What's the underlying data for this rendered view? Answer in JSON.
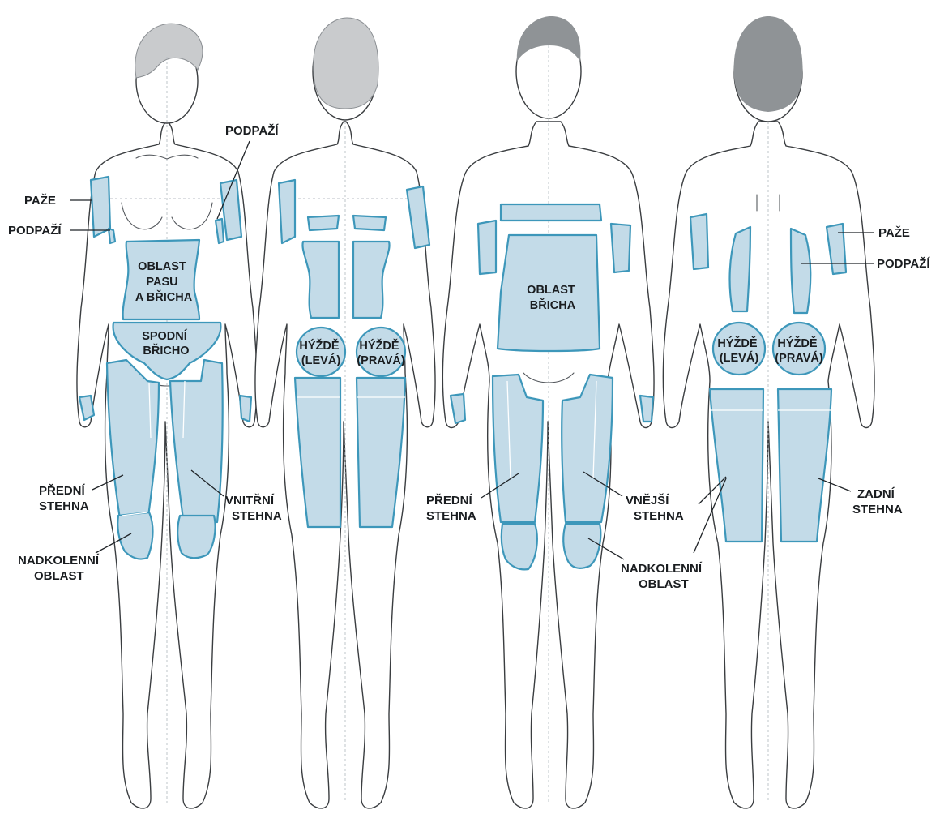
{
  "colors": {
    "zone_fill": "#c3dbe8",
    "zone_stroke": "#3d97ba",
    "female_hair": "#c9cbcd",
    "male_hair": "#8f9396",
    "outline": "#3a3d40"
  },
  "figures": [
    {
      "id": "female-front",
      "hair": "light-grey"
    },
    {
      "id": "female-back",
      "hair": "light-grey"
    },
    {
      "id": "male-front",
      "hair": "dark-grey"
    },
    {
      "id": "male-back",
      "hair": "dark-grey"
    }
  ],
  "labels": {
    "f_front_podpazi_top": "PODPAŽÍ",
    "f_front_paze": "PAŽE",
    "f_front_podpazi_left": "PODPAŽÍ",
    "f_front_oblast_pasu": [
      "OBLAST",
      "PASU",
      "A BŘICHA"
    ],
    "f_front_spodni_bricho": [
      "SPODNÍ",
      "BŘICHO"
    ],
    "f_front_predni_stehna": [
      "PŘEDNÍ",
      "STEHNA"
    ],
    "f_front_vnitrni_stehna": [
      "VNITŘNÍ",
      "STEHNA"
    ],
    "f_front_nadkolenni": [
      "NADKOLENNÍ",
      "OBLAST"
    ],
    "f_back_hyzde_leva": [
      "HÝŽDĚ",
      "(LEVÁ)"
    ],
    "f_back_hyzde_prava": [
      "HÝŽDĚ",
      "(PRAVÁ)"
    ],
    "m_front_oblast_bricha": [
      "OBLAST",
      "BŘICHA"
    ],
    "m_front_predni_stehna": [
      "PŘEDNÍ",
      "STEHNA"
    ],
    "m_front_vnejsi_stehna": [
      "VNĚJŠÍ",
      "STEHNA"
    ],
    "m_front_nadkolenni": [
      "NADKOLENNÍ",
      "OBLAST"
    ],
    "m_back_paze": "PAŽE",
    "m_back_podpazi": "PODPAŽÍ",
    "m_back_hyzde_leva": [
      "HÝŽDĚ",
      "(LEVÁ)"
    ],
    "m_back_hyzde_prava": [
      "HÝŽDĚ",
      "(PRAVÁ)"
    ],
    "m_back_zadni_stehna": [
      "ZADNÍ",
      "STEHNA"
    ]
  }
}
